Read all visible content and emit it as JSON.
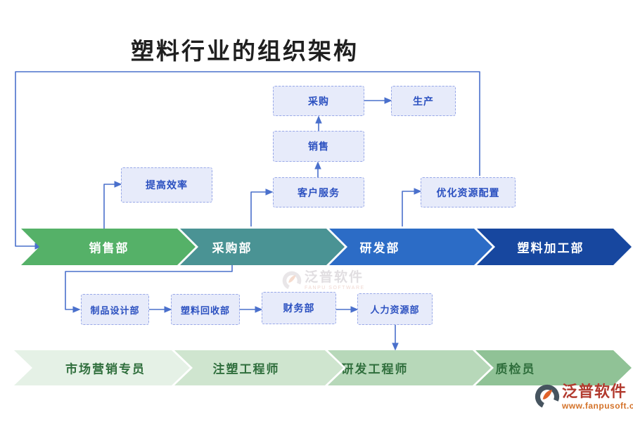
{
  "title": "塑料行业的组织架构",
  "colors": {
    "connector": "#4a70cc",
    "box_fill": "#e7ebfa",
    "box_border": "#98a8e8",
    "box_text": "#2b50c0",
    "dept_band": [
      "#55b168",
      "#4a9394",
      "#2c6cc6",
      "#17479f"
    ],
    "role_band": [
      "#e5f1e6",
      "#cfe5cf",
      "#b7d8b9",
      "#90c296"
    ],
    "role_text": "#2f6e3c",
    "title_text": "#1f1f1f"
  },
  "process_boxes": {
    "procurement": {
      "label": "采购"
    },
    "production": {
      "label": "生产"
    },
    "sales": {
      "label": "销售"
    },
    "customer_service": {
      "label": "客户服务"
    },
    "improve_efficiency": {
      "label": "提高效率"
    },
    "optimize_resources": {
      "label": "优化资源配置"
    }
  },
  "departments": [
    {
      "label": "销售部"
    },
    {
      "label": "采购部"
    },
    {
      "label": "研发部"
    },
    {
      "label": "塑料加工部"
    }
  ],
  "sub_departments": [
    {
      "label": "制品设计部"
    },
    {
      "label": "塑料回收部"
    },
    {
      "label": "财务部"
    },
    {
      "label": "人力资源部"
    }
  ],
  "roles": [
    {
      "label": "市场营销专员"
    },
    {
      "label": "注塑工程师"
    },
    {
      "label": "研发工程师"
    },
    {
      "label": "质检员"
    }
  ],
  "watermark_center": {
    "brand": "泛普软件",
    "subtitle": "FANPU SOFTWARE"
  },
  "watermark_corner": {
    "brand": "泛普软件",
    "url": "www.fanpusoft.com"
  }
}
